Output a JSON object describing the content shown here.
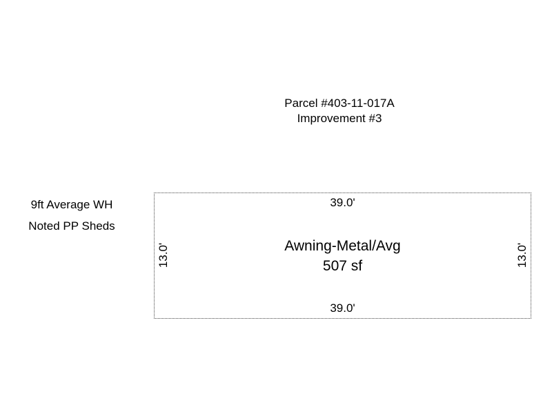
{
  "header": {
    "parcel": "Parcel #403-11-017A",
    "improvement": "Improvement #3"
  },
  "notes": {
    "line1": "9ft Average WH",
    "line2": "Noted PP Sheds"
  },
  "sketch": {
    "top_dimension": "39.0'",
    "bottom_dimension": "39.0'",
    "left_dimension": "13.0'",
    "right_dimension": "13.0'",
    "area_type": "Awning-Metal/Avg",
    "area_size": "507 sf"
  }
}
